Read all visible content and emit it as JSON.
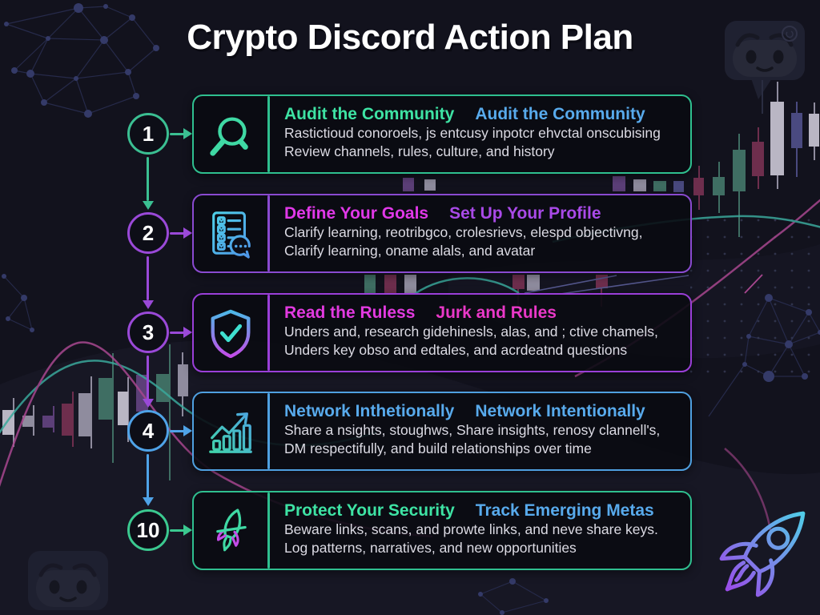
{
  "title": "Crypto Discord Action Plan",
  "steps": [
    {
      "number": "1",
      "accent": "#3bbf92",
      "card": {
        "border": "#2fbf8f",
        "icon": "magnifier-icon",
        "titles": [
          {
            "text": "Audit the Community",
            "color": "#3ee3a4"
          },
          {
            "text": "Audit the Community",
            "color": "#58aaec"
          }
        ],
        "lines": [
          "Rastictioud conoroels, js entcusy inpotcr ehvctal onscubising",
          "Review channels, rules, culture, and history"
        ]
      }
    },
    {
      "number": "2",
      "accent": "#9a49d8",
      "card": {
        "border": "#8a4ad0",
        "icon": "checklist-chat-icon",
        "titles": [
          {
            "text": "Define Your Goals",
            "color": "#e038e8"
          },
          {
            "text": "Set Up Your Profile",
            "color": "#a94ae8"
          }
        ],
        "lines": [
          "Clarify learning, reotribgco, crolesrievs, elespd objectivng,",
          "Clarify learning, oname alals, and avatar"
        ]
      }
    },
    {
      "number": "3",
      "accent": "#9a49d8",
      "card": {
        "border": "#9a3fd8",
        "icon": "shield-check-icon",
        "titles": [
          {
            "text": "Read the Ruless",
            "color": "#e23ae0"
          },
          {
            "text": "Jurk  and Rules",
            "color": "#ea38c8"
          }
        ],
        "lines": [
          "Unders and, research gidehinesls, alas, and ; ctive chamels,",
          "Unders key obso and edtales, and acrdeatnd questions"
        ]
      }
    },
    {
      "number": "4",
      "accent": "#4fa3e8",
      "card": {
        "border": "#4fa0e0",
        "icon": "growth-chart-icon",
        "titles": [
          {
            "text": "Network Inthetionally",
            "color": "#58aaec"
          },
          {
            "text": "Network Intentionally",
            "color": "#58aaec"
          }
        ],
        "lines": [
          "Share a nsights, stoughws, Share insights, renosy clannell's,",
          "DM respectifully, and build relationships over time"
        ]
      }
    },
    {
      "number": "10",
      "accent": "#3bc990",
      "card": {
        "border": "#2fbf8f",
        "icon": "rocket-icon",
        "titles": [
          {
            "text": "Protect Your Security",
            "color": "#3ee3a4"
          },
          {
            "text": "Track Emerging Metas",
            "color": "#58aaec"
          }
        ],
        "lines": [
          "Beware links, scans, and prowte links, and neve share keys.",
          "Log patterns, narratives, and new opportunities"
        ]
      }
    }
  ],
  "decor": {
    "background": "#12121d",
    "candle_colors": {
      "teal": "#3f6e63",
      "maroon": "#6e2e4d",
      "gray": "#8f8c9e",
      "lightgray": "#b9b6c4",
      "indigo": "#4a4a80",
      "purple": "#5c3f78"
    },
    "curve_colors": {
      "teal": "#3aa89b",
      "magenta": "#a8478f"
    },
    "constellation_color": "#2a2e50",
    "ghost_discord_color": "#2b2e45",
    "rocket_gradient": [
      "#4fd0e8",
      "#9a4ce8"
    ]
  }
}
